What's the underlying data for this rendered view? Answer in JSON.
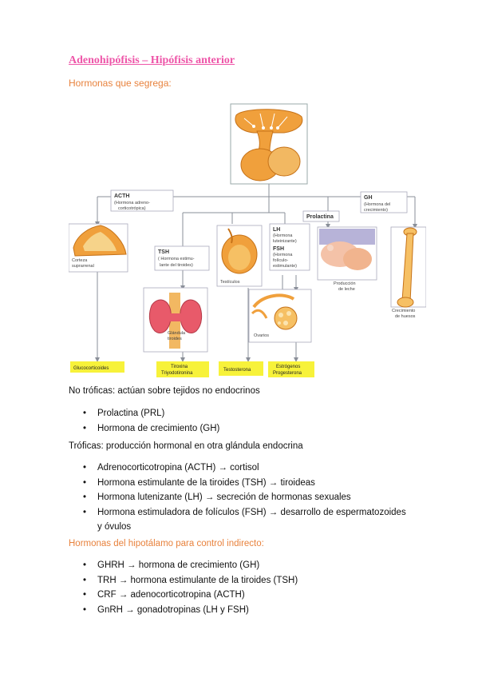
{
  "document": {
    "title": "Adenohipófisis – Hipófisis anterior",
    "subtitle": "Hormonas que segrega:",
    "no_troficas_heading": "No tróficas: actúan sobre tejidos no endocrinos",
    "no_troficas_items": [
      "Prolactina (PRL)",
      "Hormona de crecimiento (GH)"
    ],
    "troficas_heading": "Tróficas: producción hormonal en otra glándula endocrina",
    "troficas_items": [
      "Adrenocorticotropina (ACTH) → cortisol",
      "Hormona estimulante de la tiroides (TSH) → tiroideas",
      "Hormona lutenizante (LH) → secreción de hormonas sexuales",
      "Hormona estimuladora de folículos (FSH) → desarrollo de espermatozoides",
      "y óvulos"
    ],
    "hipotalamo_heading": "Hormonas del hipotálamo para control indirecto:",
    "hipotalamo_items": [
      "GHRH → hormona de crecimiento (GH)",
      "TRH → hormona estimulante de la tiroides (TSH)",
      "CRF → adenocorticotropina (ACTH)",
      "GnRH → gonadotropinas (LH y FSH)"
    ],
    "bullet": "•"
  },
  "diagram": {
    "acth_label": "ACTH",
    "acth_desc_1": "(Hormona adreno-",
    "acth_desc_2": "corticotrópica)",
    "gh_label": "GH",
    "gh_desc_1": "(Hormona del",
    "gh_desc_2": "crecimiento)",
    "prolactina_label": "Prolactina",
    "tsh_label": "TSH",
    "tsh_desc_1": "( Hormona estimu-",
    "tsh_desc_2": "lante del tiroides)",
    "lh_label": "LH",
    "lh_desc_1": "(Hormona",
    "lh_desc_2": "luteinizante)",
    "fsh_label": "FSH",
    "fsh_desc_1": "(Hormona",
    "fsh_desc_2": "folículo-",
    "fsh_desc_3": "estimulante)",
    "corteza_1": "Corteza",
    "corteza_2": "suprarrenal",
    "testiculos": "Testículos",
    "produccion_1": "Producción",
    "produccion_2": "de leche",
    "crecimiento_1": "Crecimiento",
    "crecimiento_2": "de huesos",
    "glandula_1": "Glándula",
    "glandula_2": "tiroides",
    "ovarios": "Ovarios",
    "out_gluco": "Glucocorticoides",
    "out_tiro_1": "Tiroxina",
    "out_tiro_2": "Triyodotironina",
    "out_testo": "Testosterona",
    "out_estro_1": "Estrógenos",
    "out_estro_2": "Progesterona",
    "colors": {
      "gland_orange": "#f0a03c",
      "label_yellow": "#f7f23a",
      "line_gray": "#8a8f99",
      "thyroid_red": "#e85a6a",
      "title_pink": "#ee55a8",
      "heading_orange": "#e8823d"
    }
  }
}
